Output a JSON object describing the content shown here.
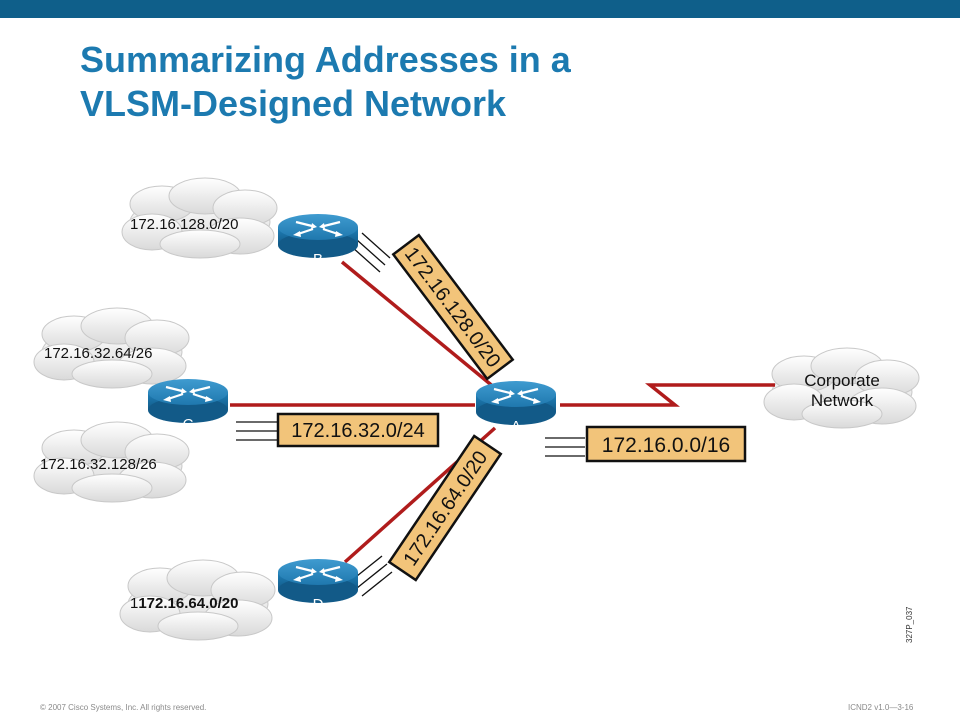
{
  "slide": {
    "title_line1": "Summarizing Addresses in a",
    "title_line2": "VLSM-Designed Network",
    "footer_left": "© 2007 Cisco Systems, Inc. All rights reserved.",
    "footer_right": "ICND2 v1.0—3-16",
    "figure_id": "327P_037"
  },
  "routers": {
    "a": "A",
    "b": "B",
    "c": "C",
    "d": "D"
  },
  "clouds": {
    "b_net": "172.16.128.0/20",
    "c_net1": "172.16.32.64/26",
    "c_net2": "172.16.32.128/26",
    "d_net_prefix": "1",
    "d_net_bold": "172.16.64.0/20",
    "corporate_line1": "Corporate",
    "corporate_line2": "Network"
  },
  "summary_labels": {
    "b_to_a": "172.16.128.0/20",
    "c_to_a": "172.16.32.0/24",
    "d_to_a": "172.16.64.0/20",
    "a_to_corp": "172.16.0.0/16"
  },
  "colors": {
    "title": "#1c7ab0",
    "topbar": "#0f5f8a",
    "link": "#b01c1c",
    "label_fill": "#f2c47a",
    "router": "#1f80b8"
  }
}
